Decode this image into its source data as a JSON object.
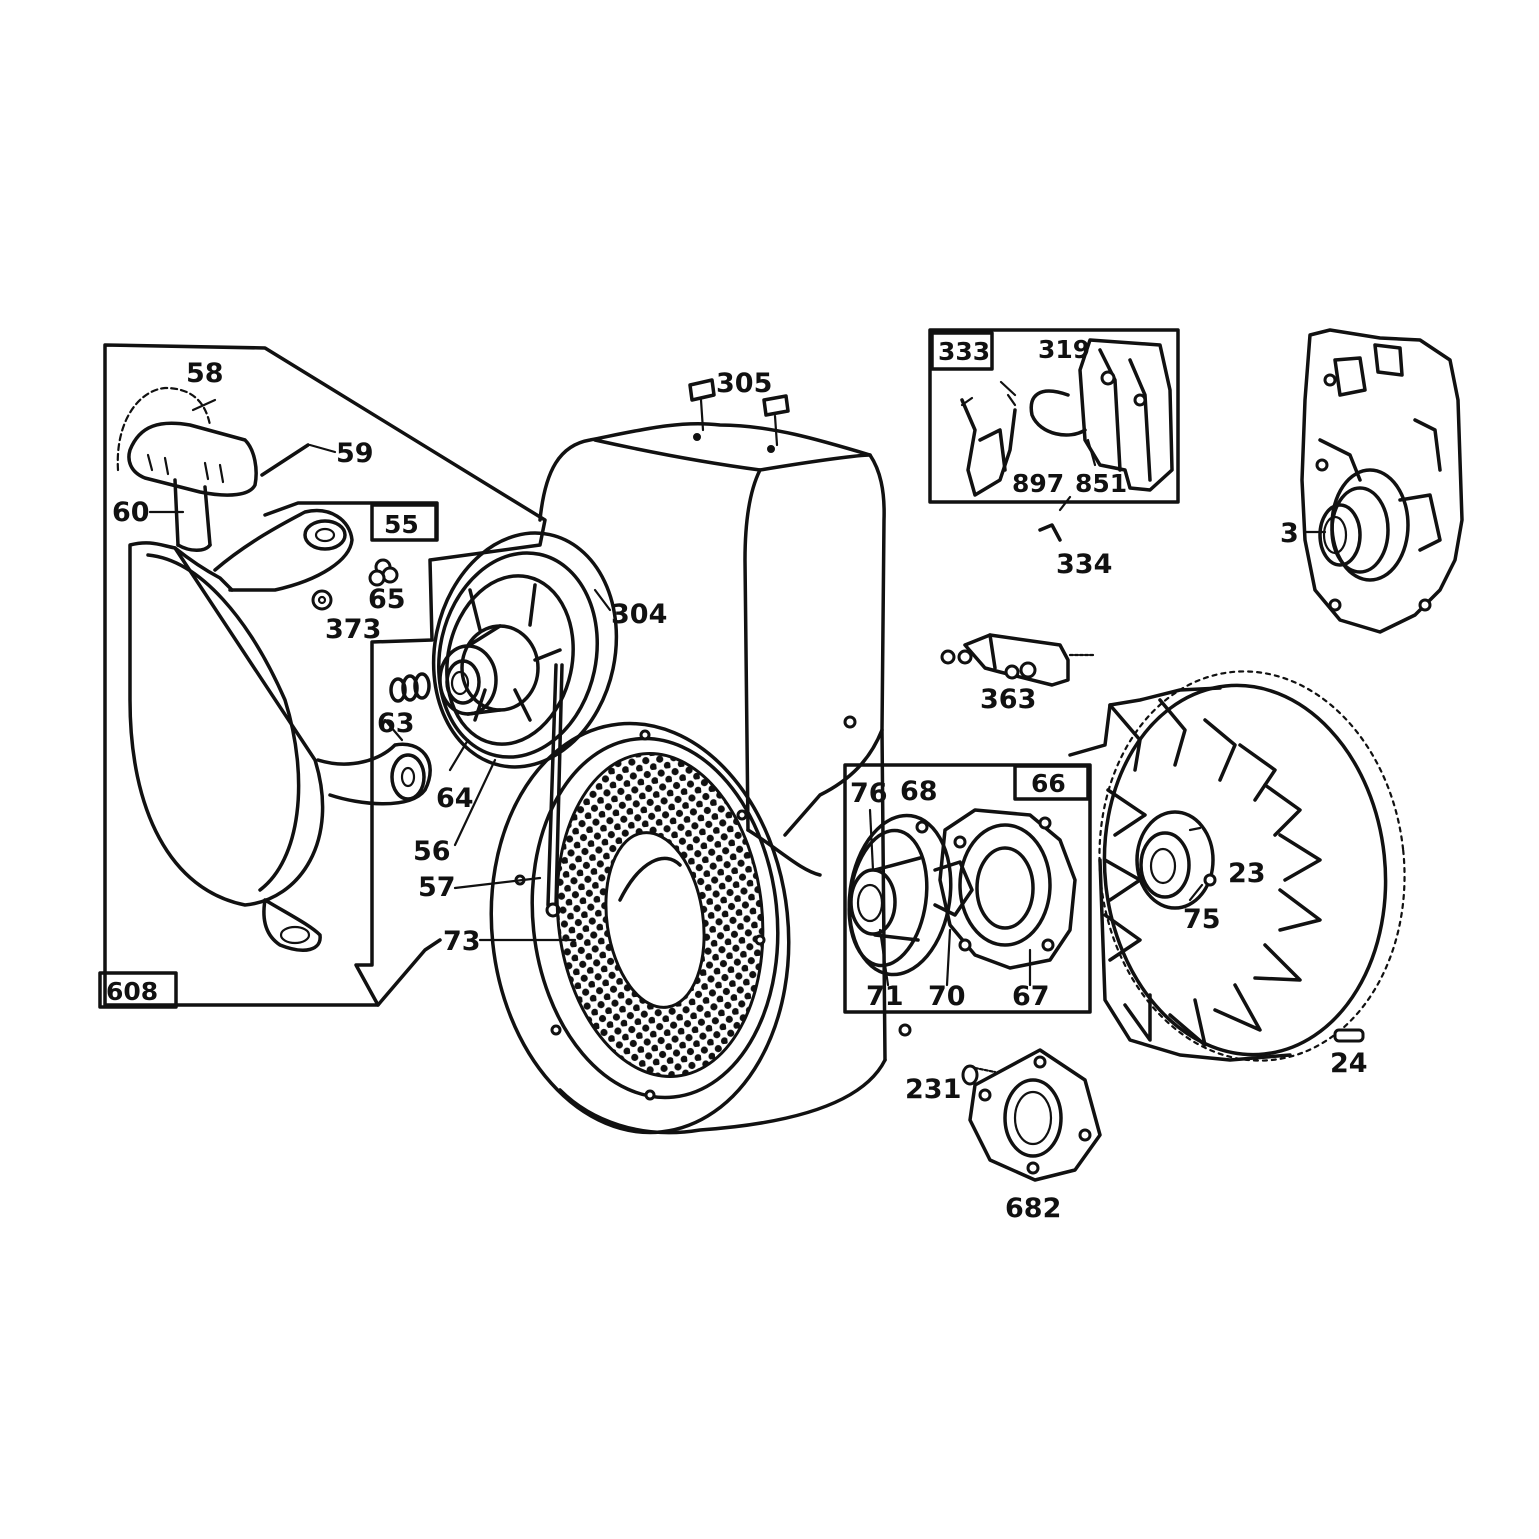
{
  "callouts": {
    "c58": "58",
    "c59": "59",
    "c60": "60",
    "c55": "55",
    "c65": "65",
    "c373": "373",
    "c63": "63",
    "c64": "64",
    "c56": "56",
    "c57": "57",
    "c73": "73",
    "c608": "608",
    "c304": "304",
    "c305": "305",
    "c333": "333",
    "c319": "319",
    "c897": "897",
    "c851": "851",
    "c334": "334",
    "c3": "3",
    "c363": "363",
    "c66": "66",
    "c76": "76",
    "c68": "68",
    "c71": "71",
    "c70": "70",
    "c67": "67",
    "c23": "23",
    "c75": "75",
    "c24": "24",
    "c231": "231",
    "c682": "682"
  }
}
